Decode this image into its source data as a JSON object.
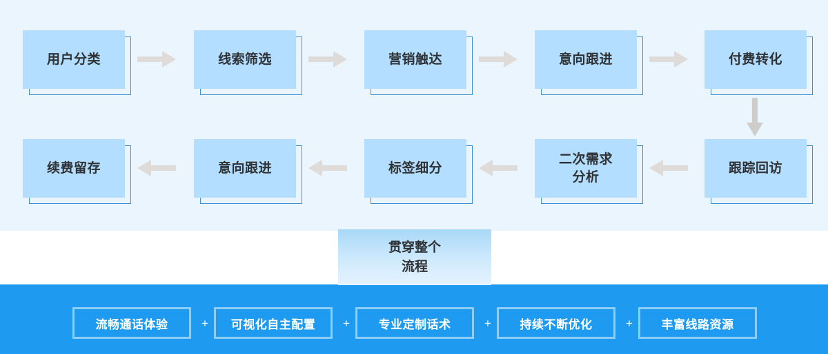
{
  "colors": {
    "panel_top_bg": "#eaf5fd",
    "panel_bottom_bg": "#1e9bf0",
    "node_fill": "#b3deff",
    "node_outline": "#3d8fd8",
    "arrow": "#dedbd8",
    "node_text": "#2f3234",
    "pill_border": "#8ecdf6",
    "pill_text": "#ffffff"
  },
  "flow": {
    "row1": [
      {
        "label": "用户分类"
      },
      {
        "label": "线索筛选"
      },
      {
        "label": "营销触达"
      },
      {
        "label": "意向跟进"
      },
      {
        "label": "付费转化"
      }
    ],
    "row2": [
      {
        "label": "续费留存"
      },
      {
        "label": "意向跟进"
      },
      {
        "label": "标签细分"
      },
      {
        "label": "二次需求\n分析"
      },
      {
        "label": "跟踪回访"
      }
    ],
    "row1_arrow_direction": "right",
    "row2_arrow_direction": "left",
    "connector_direction": "down"
  },
  "span_box": {
    "label": "贯穿整个\n流程"
  },
  "features": {
    "separator": "+",
    "items": [
      {
        "label": "流畅通话体验"
      },
      {
        "label": "可视化自主配置"
      },
      {
        "label": "专业定制话术"
      },
      {
        "label": "持续不断优化"
      },
      {
        "label": "丰富线路资源"
      }
    ]
  }
}
